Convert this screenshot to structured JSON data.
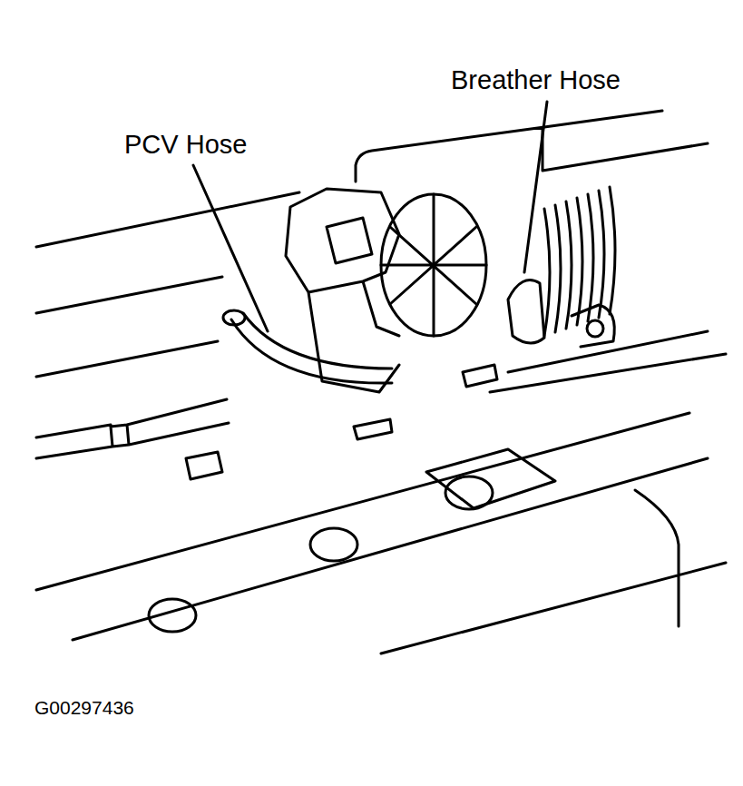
{
  "diagram": {
    "labels": [
      "PCV Hose",
      "Breather Hose",
      "G00297436"
    ]
  }
}
